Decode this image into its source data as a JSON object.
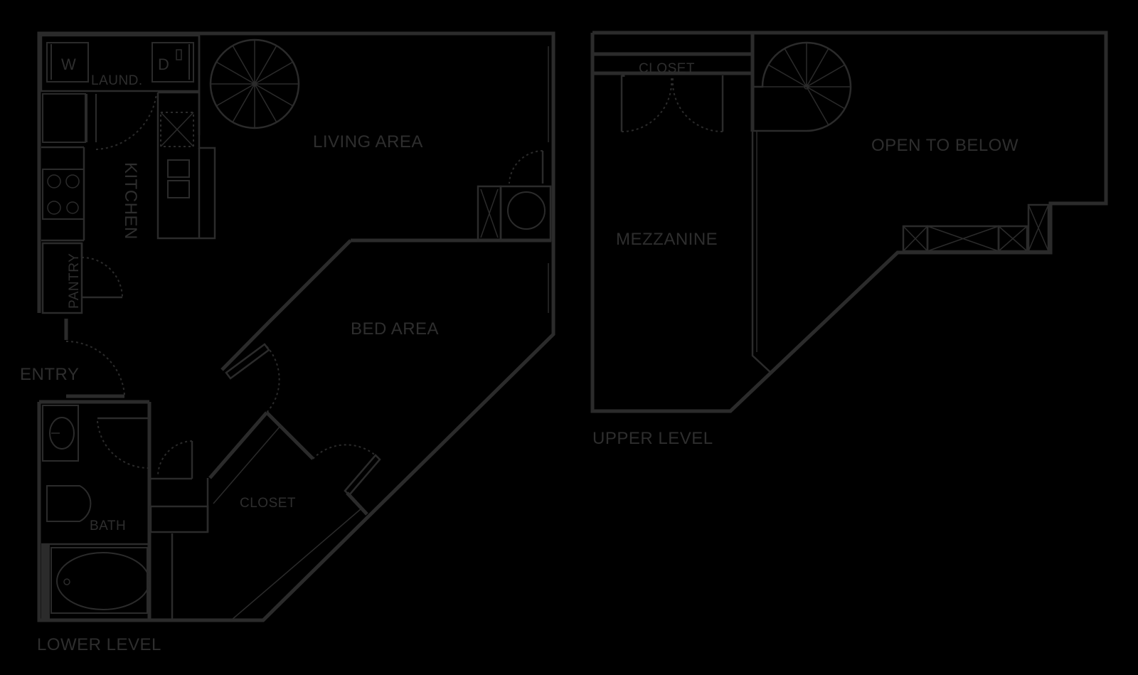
{
  "labels": {
    "laundry": "LAUND.",
    "washer": "W",
    "dryer": "D",
    "kitchen": "KITCHEN",
    "pantry": "PANTRY",
    "living_area": "LIVING AREA",
    "bed_area": "BED AREA",
    "entry": "ENTRY",
    "bath": "BATH",
    "lower_closet": "CLOSET",
    "lower_level": "LOWER LEVEL",
    "upper_closet": "CLOSET",
    "mezzanine": "MEZZANINE",
    "open_to_below": "OPEN TO BELOW",
    "upper_level": "UPPER LEVEL"
  },
  "colors": {
    "background": "#000000",
    "line": "#2b2b2b",
    "text": "#2e2e2e"
  }
}
